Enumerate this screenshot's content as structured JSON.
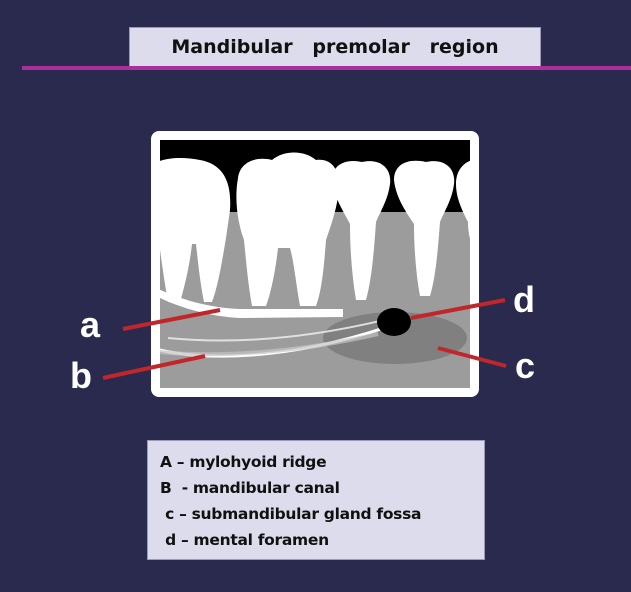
{
  "title": "Mandibular   premolar   region",
  "callouts": {
    "a": "a",
    "b": "b",
    "c": "c",
    "d": "d"
  },
  "legend": [
    "A – mylohyoid ridge",
    "B  - mandibular canal",
    " c – submandibular gland fossa",
    " d – mental foramen"
  ],
  "colors": {
    "background": "#2a2a4e",
    "divider": "#a8309a",
    "leader_lines": "#c0262a",
    "bone": "#9c9c9c",
    "panel_frame": "#ffffff",
    "label_box": "#dcdcec"
  }
}
